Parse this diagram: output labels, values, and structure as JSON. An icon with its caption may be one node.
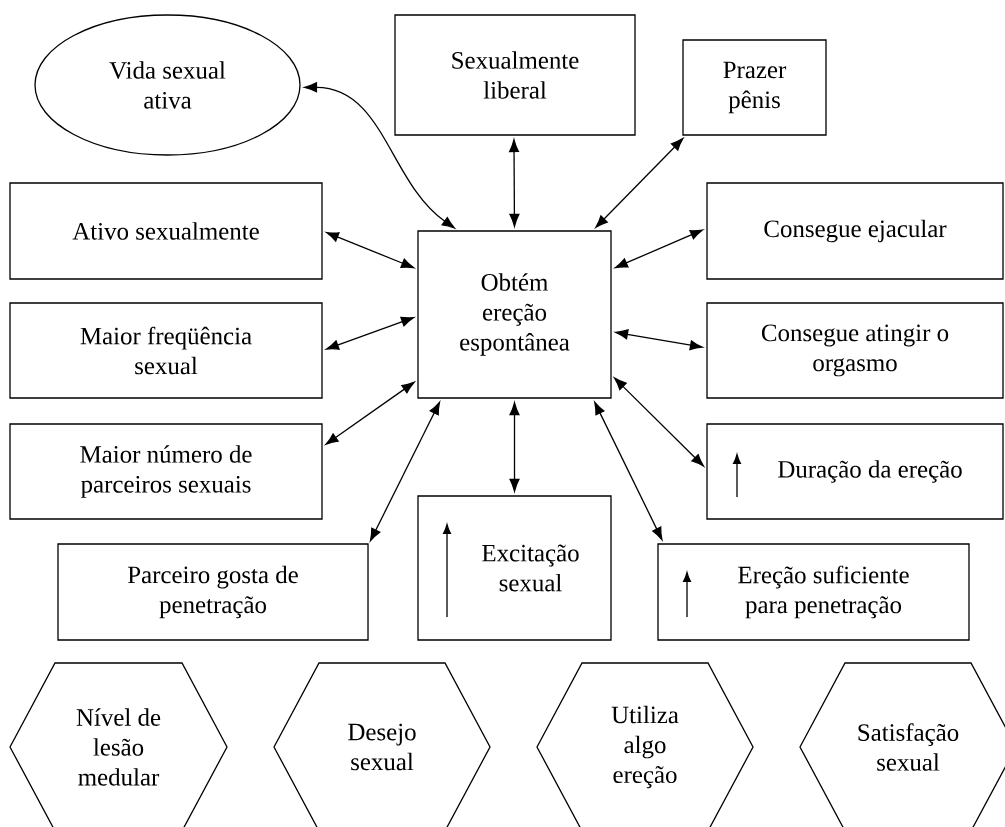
{
  "diagram": {
    "nodes": [
      {
        "text": [
          "Vida sexual ativa"
        ]
      },
      {
        "text": [
          "Sexualmente liberal"
        ]
      },
      {
        "text": [
          "Prazer pênis"
        ]
      },
      {
        "text": [
          "Ativo sexualmente"
        ]
      },
      {
        "text": [
          "Obtém ereção espontânea"
        ]
      },
      {
        "text": [
          "Consegue ejacular"
        ]
      },
      {
        "text": [
          "Maior freqüência sexual"
        ]
      },
      {
        "text": [
          "Consegue atingir o orgasmo"
        ]
      },
      {
        "text": [
          "Maior número de parceiros sexuais"
        ]
      },
      {
        "text": [
          "Duração da ereção"
        ]
      },
      {
        "text": [
          "Parceiro gosta de penetração"
        ]
      },
      {
        "text": [
          "Excitação sexual"
        ]
      },
      {
        "text": [
          "Ereção suficiente para penetração"
        ]
      },
      {
        "text": [
          "Nível de lesão medular"
        ]
      },
      {
        "text": [
          "Desejo sexual"
        ]
      },
      {
        "text": [
          "Utiliza algo ereção"
        ]
      },
      {
        "text": [
          "Satisfação sexual"
        ]
      }
    ],
    "edges": [
      {
        "from": 4,
        "to": 0,
        "arrow": "both"
      },
      {
        "from": 4,
        "to": 1,
        "arrow": "both"
      },
      {
        "from": 4,
        "to": 2,
        "arrow": "both"
      },
      {
        "from": 4,
        "to": 3,
        "arrow": "both"
      },
      {
        "from": 4,
        "to": 5,
        "arrow": "both"
      },
      {
        "from": 4,
        "to": 6,
        "arrow": "both"
      },
      {
        "from": 4,
        "to": 7,
        "arrow": "both"
      },
      {
        "from": 4,
        "to": 8,
        "arrow": "both"
      },
      {
        "from": 4,
        "to": 9,
        "arrow": "both"
      },
      {
        "from": 4,
        "to": 10,
        "arrow": "both"
      },
      {
        "from": 4,
        "to": 11,
        "arrow": "both"
      },
      {
        "from": 4,
        "to": 12,
        "arrow": "both"
      }
    ]
  }
}
